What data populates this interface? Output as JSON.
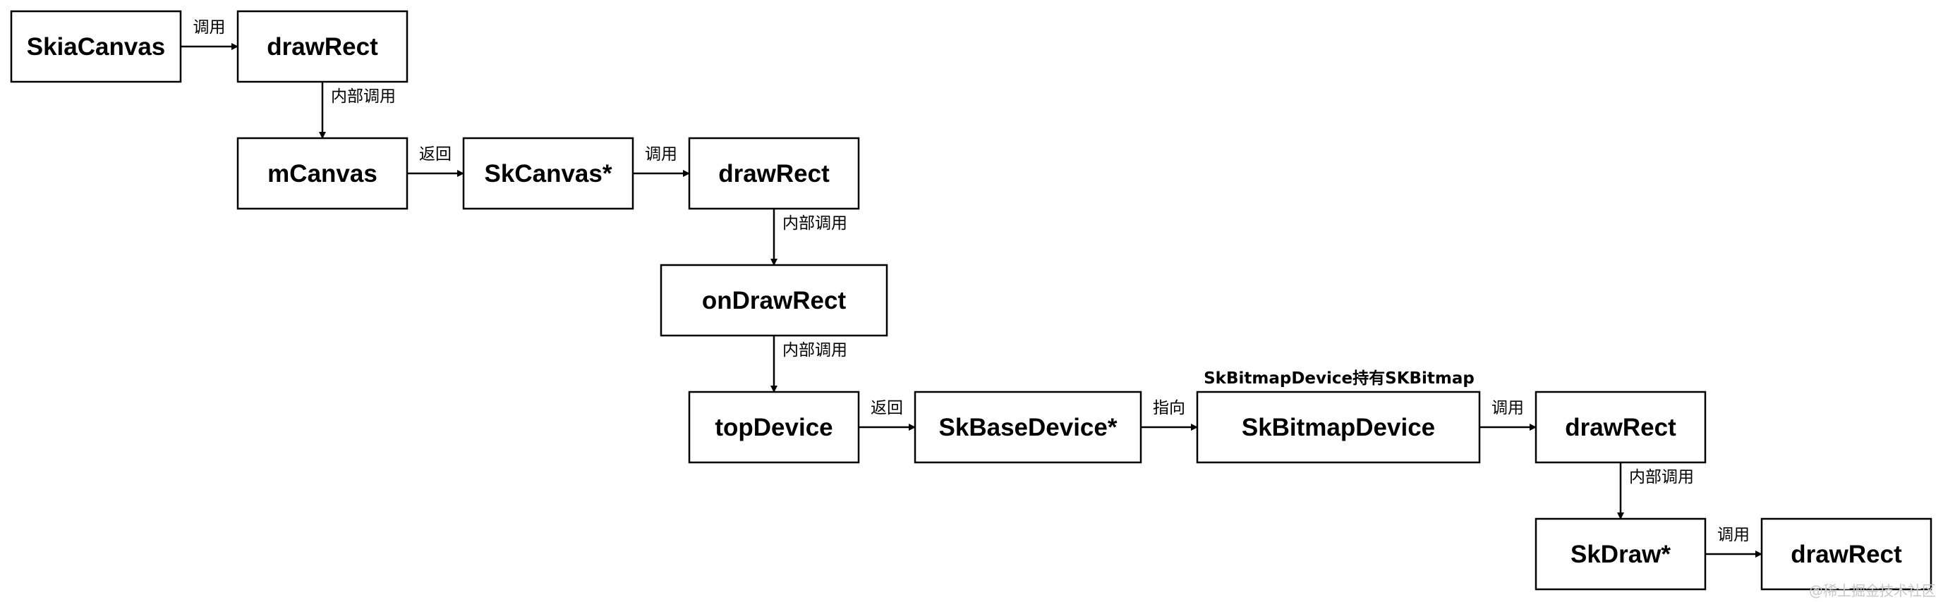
{
  "nodes": [
    {
      "id": "skiacanvas",
      "label": "SkiaCanvas"
    },
    {
      "id": "drawrect-1",
      "label": "drawRect"
    },
    {
      "id": "mcanvas",
      "label": "mCanvas"
    },
    {
      "id": "skcanvas",
      "label": "SkCanvas*"
    },
    {
      "id": "drawrect-2",
      "label": "drawRect"
    },
    {
      "id": "ondrawrect",
      "label": "onDrawRect"
    },
    {
      "id": "topdevice",
      "label": "topDevice"
    },
    {
      "id": "skbasedevice",
      "label": "SkBaseDevice*"
    },
    {
      "id": "skbitmapdevice",
      "label": "SkBitmapDevice"
    },
    {
      "id": "drawrect-3",
      "label": "drawRect"
    },
    {
      "id": "skdraw",
      "label": "SkDraw*"
    },
    {
      "id": "drawrect-4",
      "label": "drawRect"
    }
  ],
  "edges": [
    {
      "from": "skiacanvas",
      "to": "drawrect-1",
      "label": "调用"
    },
    {
      "from": "drawrect-1",
      "to": "mcanvas",
      "label": "内部调用"
    },
    {
      "from": "mcanvas",
      "to": "skcanvas",
      "label": "返回"
    },
    {
      "from": "skcanvas",
      "to": "drawrect-2",
      "label": "调用"
    },
    {
      "from": "drawrect-2",
      "to": "ondrawrect",
      "label": "内部调用"
    },
    {
      "from": "ondrawrect",
      "to": "topdevice",
      "label": "内部调用"
    },
    {
      "from": "topdevice",
      "to": "skbasedevice",
      "label": "返回"
    },
    {
      "from": "skbasedevice",
      "to": "skbitmapdevice",
      "label": "指向"
    },
    {
      "from": "skbitmapdevice",
      "to": "drawrect-3",
      "label": "调用"
    },
    {
      "from": "drawrect-3",
      "to": "skdraw",
      "label": "内部调用"
    },
    {
      "from": "skdraw",
      "to": "drawrect-4",
      "label": "调用"
    }
  ],
  "annotation": "SkBitmapDevice持有SKBitmap",
  "watermark": "@稀土掘金技术社区"
}
